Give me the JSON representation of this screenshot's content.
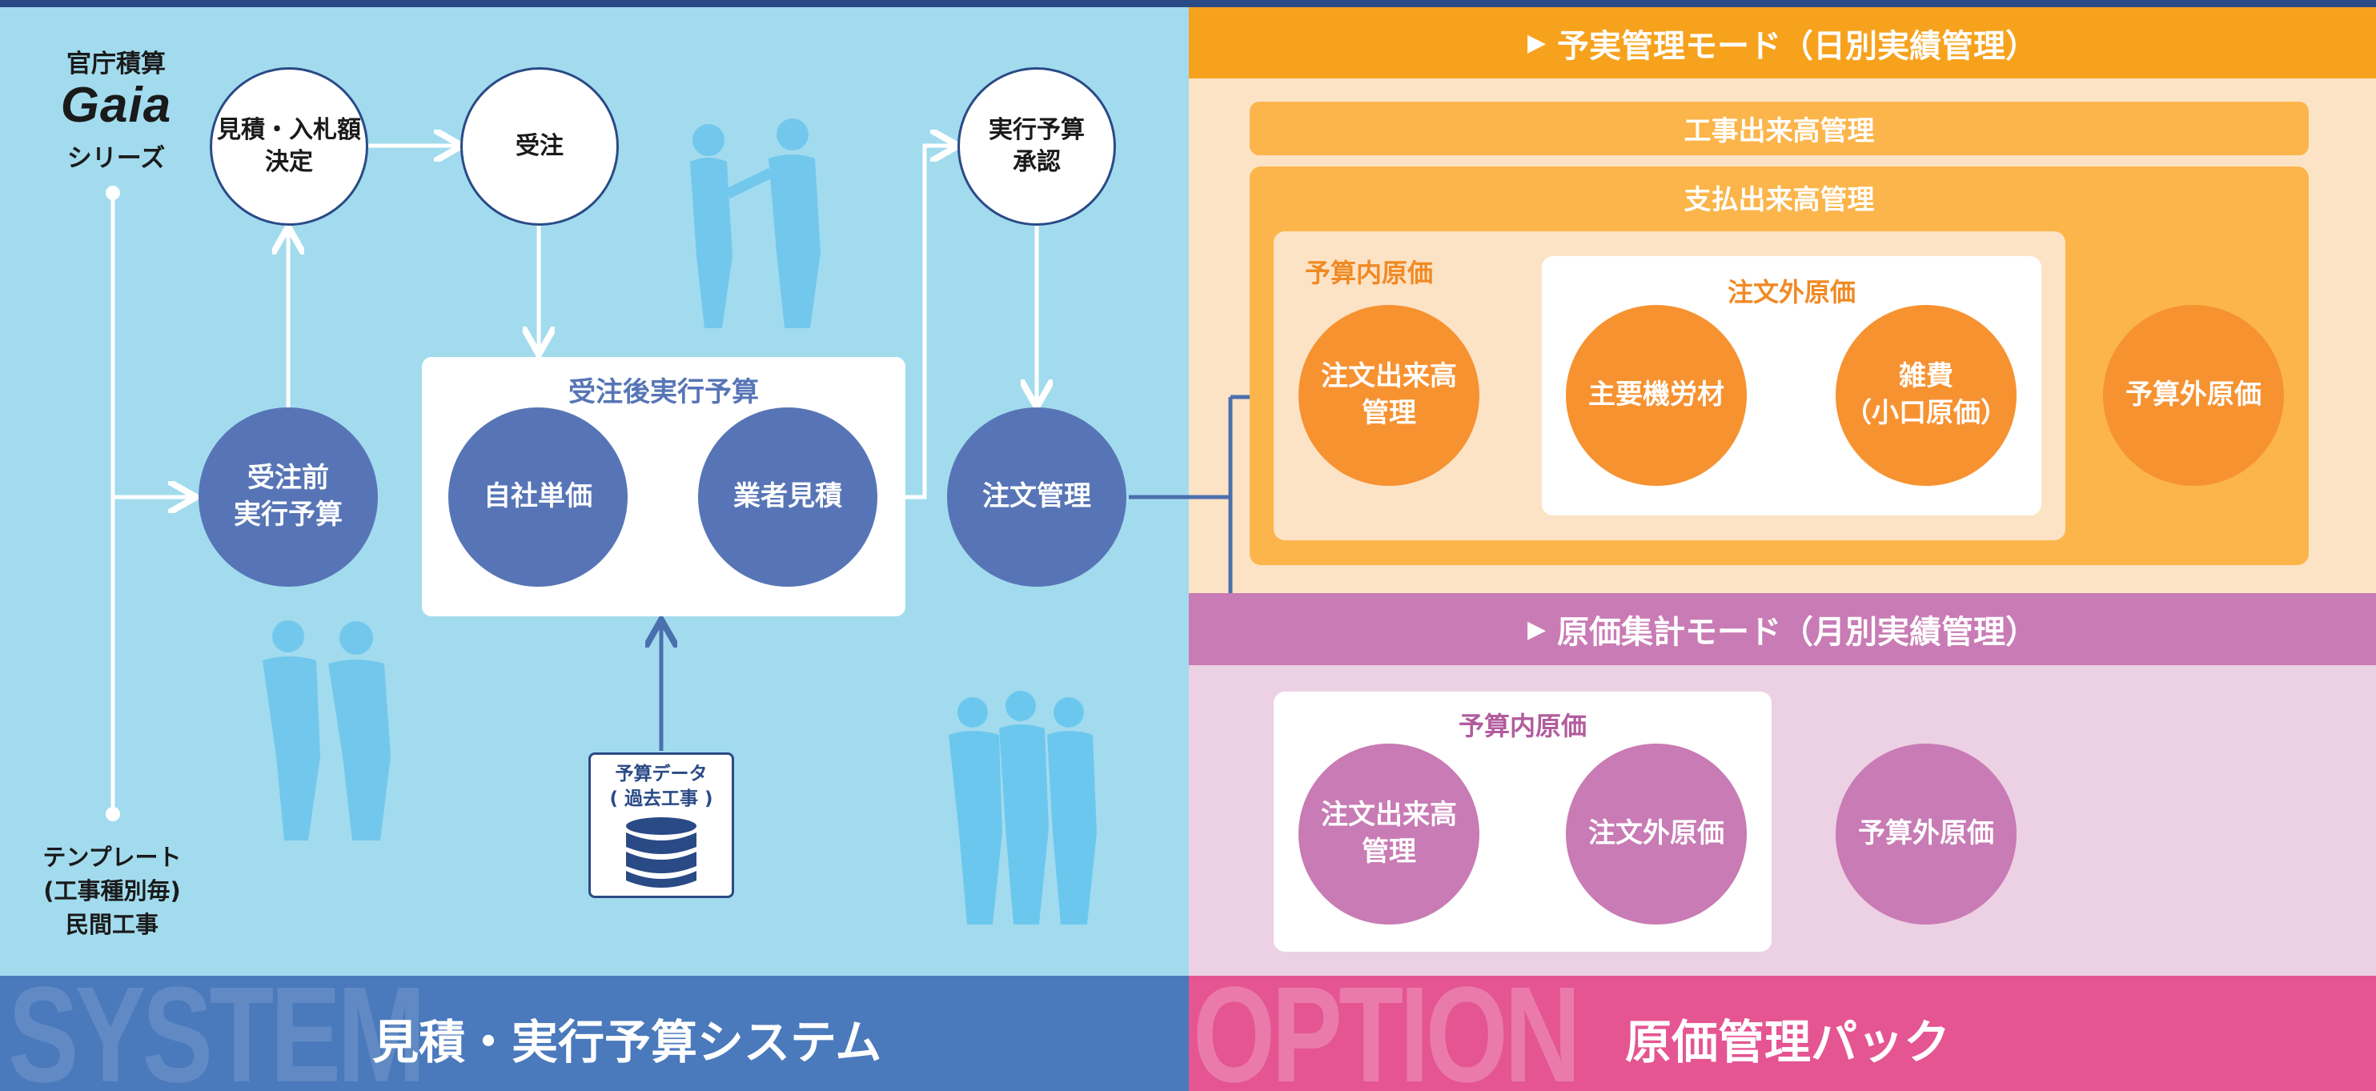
{
  "gaia": {
    "top_label": "官庁積算",
    "logo": "Gaia",
    "bottom_label": "シリーズ"
  },
  "template_label": [
    "テンプレート",
    "(工事種別毎)",
    "民間工事"
  ],
  "flow": {
    "mitsumori": "見積・入札額\n決定",
    "jutyu": "受注",
    "jikkou_shounin": "実行予算\n承認",
    "jutyumae": "受注前\n実行予算",
    "jutyugo_title": "受注後実行予算",
    "jisha_tanka": "自社単価",
    "gyousha_mitsumori": "業者見積",
    "chumon_kanri": "注文管理"
  },
  "data_box": {
    "label": "予算データ\n( 過去工事 )",
    "icon": "database-icon"
  },
  "yojitsu": {
    "header": "予実管理モード（日別実績管理）",
    "kouji": "工事出来高管理",
    "shiharai": "支払出来高管理",
    "yosannai_label": "予算内原価",
    "chumon_dekidaka": "注文出来高\n管理",
    "chumongai_label": "注文外原価",
    "shuyou": "主要機労材",
    "zappi": "雑費\n（小口原価）",
    "yosangai": "予算外原価"
  },
  "genka": {
    "header": "原価集計モード（月別実績管理）",
    "yosannai_label": "予算内原価",
    "chumon_dekidaka": "注文出来高\n管理",
    "chumongai": "注文外原価",
    "yosangai": "予算外原価"
  },
  "bottom": {
    "left_bg": "SYSTEM",
    "left_title": "見積・実行予算システム",
    "right_bg": "OPTION",
    "right_title": "原価管理パック"
  },
  "colors": {
    "left_panel": "#a2dbee",
    "blue_circle": "#5775b6",
    "orange_header": "#f7a21d",
    "orange_circle": "#f79231",
    "pink_header": "#c87bb4",
    "bottom_left": "#4a79bc",
    "bottom_right": "#e45592"
  }
}
